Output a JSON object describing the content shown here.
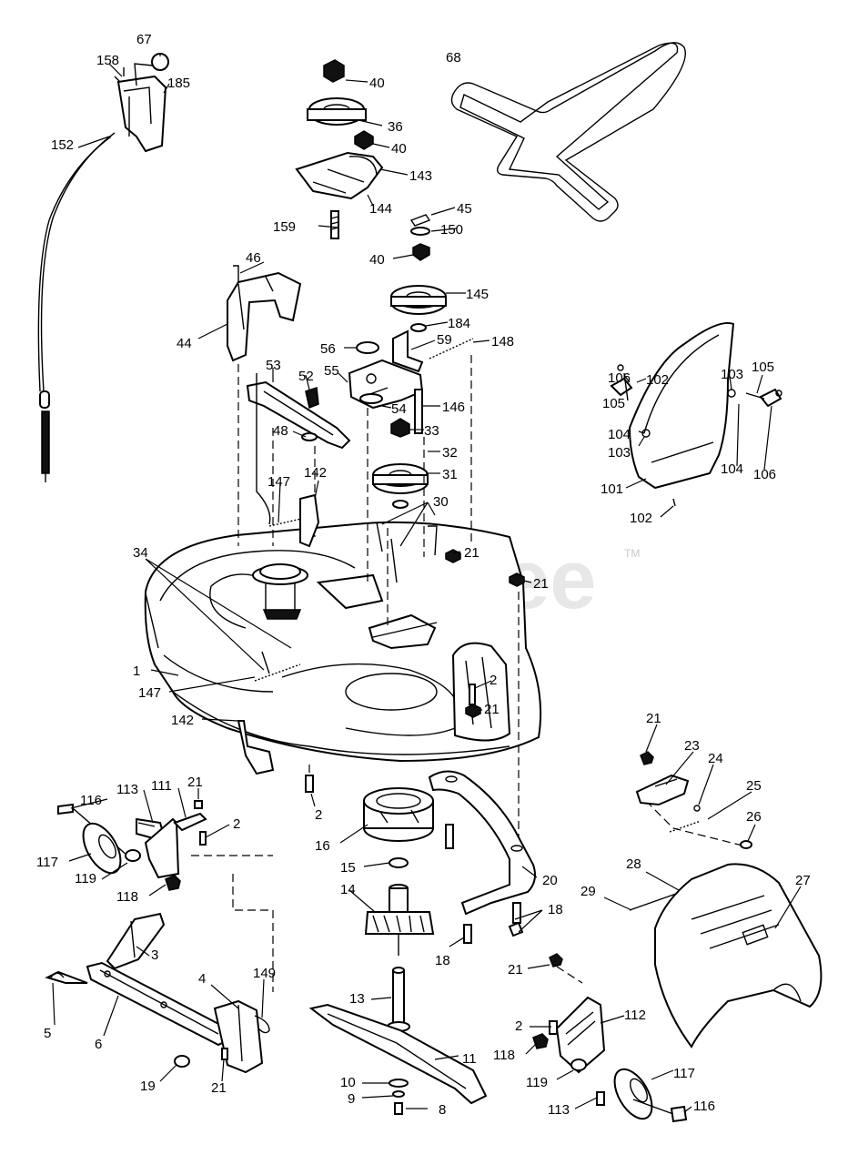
{
  "watermark": {
    "text": "PartsTree",
    "trademark": "TM"
  },
  "labels": {
    "l1": "1",
    "l2a": "2",
    "l2b": "2",
    "l2c": "2",
    "l2d": "2",
    "l3": "3",
    "l4": "4",
    "l5": "5",
    "l6": "6",
    "l8": "8",
    "l9": "9",
    "l10": "10",
    "l11": "11",
    "l13": "13",
    "l14": "14",
    "l15": "15",
    "l16": "16",
    "l18a": "18",
    "l18b": "18",
    "l19": "19",
    "l20": "20",
    "l21a": "21",
    "l21b": "21",
    "l21c": "21",
    "l21d": "21",
    "l21e": "21",
    "l21f": "21",
    "l21g": "21",
    "l23": "23",
    "l24": "24",
    "l25": "25",
    "l26": "26",
    "l27": "27",
    "l28": "28",
    "l29": "29",
    "l30": "30",
    "l31": "31",
    "l32": "32",
    "l33": "33",
    "l34": "34",
    "l36": "36",
    "l40a": "40",
    "l40b": "40",
    "l40c": "40",
    "l44": "44",
    "l45": "45",
    "l46": "46",
    "l48": "48",
    "l52": "52",
    "l53": "53",
    "l54": "54",
    "l55": "55",
    "l56": "56",
    "l59": "59",
    "l67": "67",
    "l68": "68",
    "l101": "101",
    "l102a": "102",
    "l102b": "102",
    "l103a": "103",
    "l103b": "103",
    "l104a": "104",
    "l104b": "104",
    "l105a": "105",
    "l105b": "105",
    "l106a": "106",
    "l106b": "106",
    "l111": "111",
    "l112": "112",
    "l113a": "113",
    "l113b": "113",
    "l116a": "116",
    "l116b": "116",
    "l117a": "117",
    "l117b": "117",
    "l118a": "118",
    "l118b": "118",
    "l119a": "119",
    "l119b": "119",
    "l142a": "142",
    "l142b": "142",
    "l143": "143",
    "l144": "144",
    "l145": "145",
    "l146": "146",
    "l147a": "147",
    "l147b": "147",
    "l148": "148",
    "l149": "149",
    "l150": "150",
    "l152": "152",
    "l158": "158",
    "l159": "159",
    "l184": "184",
    "l185": "185"
  }
}
